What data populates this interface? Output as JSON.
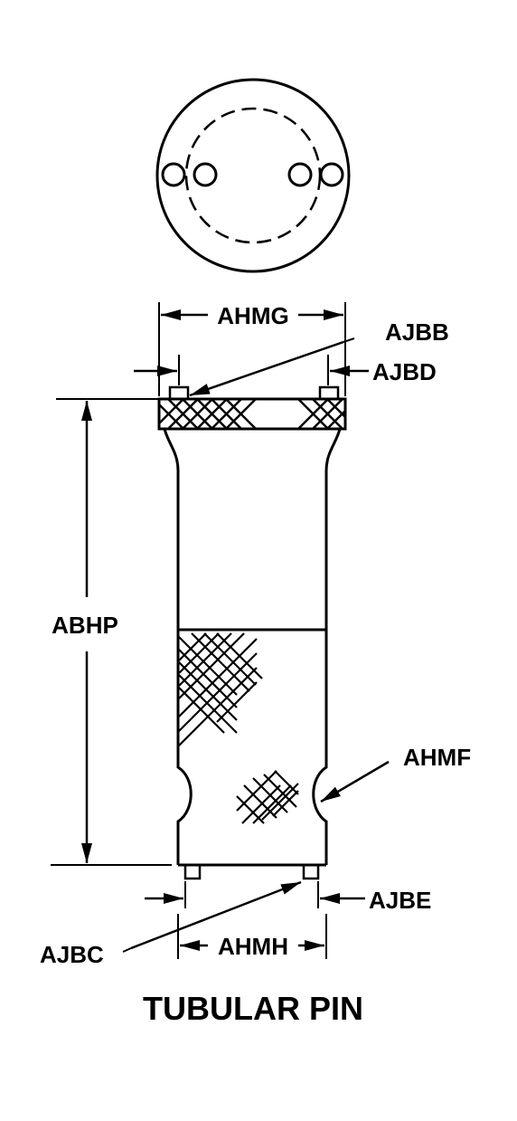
{
  "title": "TUBULAR PIN",
  "labels": {
    "ahmg": "AHMG",
    "ajbb": "AJBB",
    "ajbd": "AJBD",
    "abhp": "ABHP",
    "ahmf": "AHMF",
    "ajbe": "AJBE",
    "ajbc": "AJBC",
    "ahmh": "AHMH"
  },
  "colors": {
    "ink": "#000000",
    "background": "#ffffff"
  }
}
